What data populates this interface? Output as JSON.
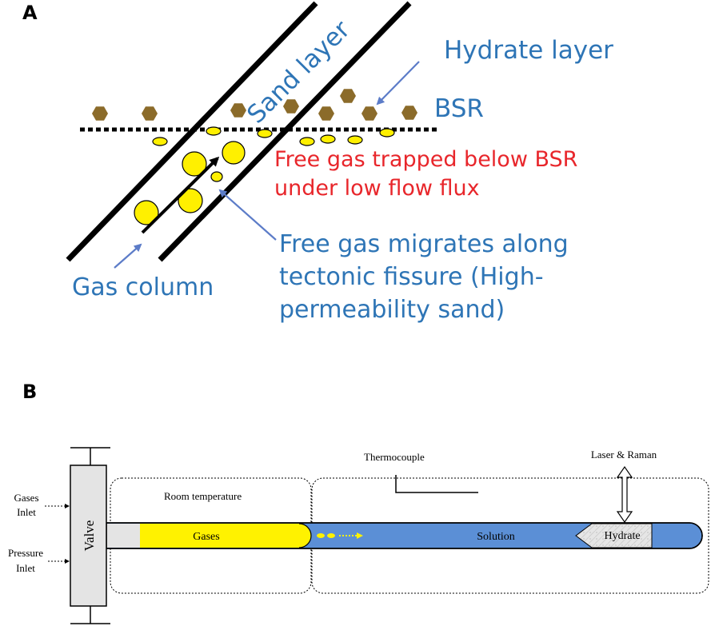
{
  "panel_a": {
    "label": "A",
    "sand_layer": "Sand layer",
    "hydrate_layer": "Hydrate layer",
    "bsr": "BSR",
    "free_gas_trapped_1": "Free gas trapped below BSR",
    "free_gas_trapped_2": "under low flow flux",
    "free_gas_migrates_1": "Free gas migrates along",
    "free_gas_migrates_2": "tectonic fissure (High-",
    "free_gas_migrates_3": "permeability sand)",
    "gas_column": "Gas column"
  },
  "panel_b": {
    "label": "B",
    "valve": "Valve",
    "gases_inlet_1": "Gases",
    "gases_inlet_2": "Inlet",
    "pressure_inlet_1": "Pressure",
    "pressure_inlet_2": "Inlet",
    "room_temperature": "Room temperature",
    "thermocouple": "Thermocouple",
    "laser_raman": "Laser & Raman",
    "gases": "Gases",
    "solution": "Solution",
    "hydrate": "Hydrate"
  },
  "colors": {
    "blue_text": "#2E75B6",
    "red_text": "#E8262B",
    "bubble": "#FFF000",
    "hydrate_hex": "#8B6B2A",
    "arrow_blue": "#5C7CC8",
    "tube_yellow": "#FFF200",
    "tube_blue": "#5B8FD6",
    "valve_gray": "#E4E4E4"
  }
}
